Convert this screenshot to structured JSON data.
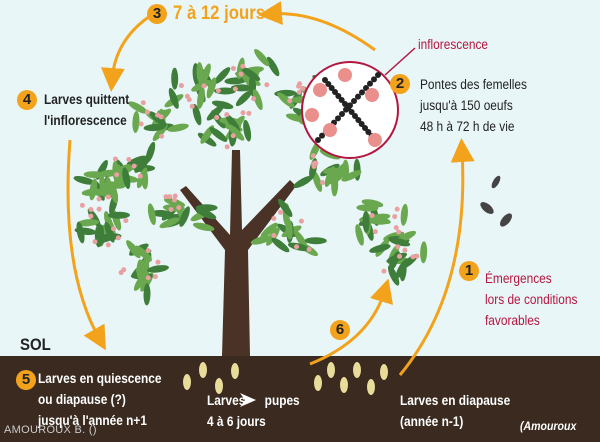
{
  "steps": [
    {
      "n": "1",
      "lines": [
        "Émergences",
        "lors de conditions",
        "favorables"
      ]
    },
    {
      "n": "2",
      "lines": [
        "Pontes des femelles",
        "jusqu'à 150 oeufs",
        "48 h à 72 h de vie"
      ]
    },
    {
      "n": "3",
      "lines": [
        "7 à 12 jours"
      ]
    },
    {
      "n": "4",
      "lines": [
        "Larves quittent",
        "l'inflorescence"
      ]
    },
    {
      "n": "5",
      "lines": [
        "Larves en quiescence",
        "ou diapause (?)",
        "jusqu'à l'année n+1"
      ]
    },
    {
      "n": "6"
    }
  ],
  "inflorescence_label": "inflorescence",
  "soil_label": "SOL",
  "pupae": {
    "line1_a": "Larves",
    "line1_b": "pupes",
    "line2": "4 à 6 jours"
  },
  "diapause": [
    "Larves en diapause",
    "(année n-1)"
  ],
  "source": "(Amouroux",
  "credit": "AMOUROUX B. ()",
  "colors": {
    "background": "#e9f6f8",
    "soil": "#3a2a20",
    "arrow": "#f2a31b",
    "accent": "#b3173f",
    "leaf": "#3f7d3a"
  }
}
